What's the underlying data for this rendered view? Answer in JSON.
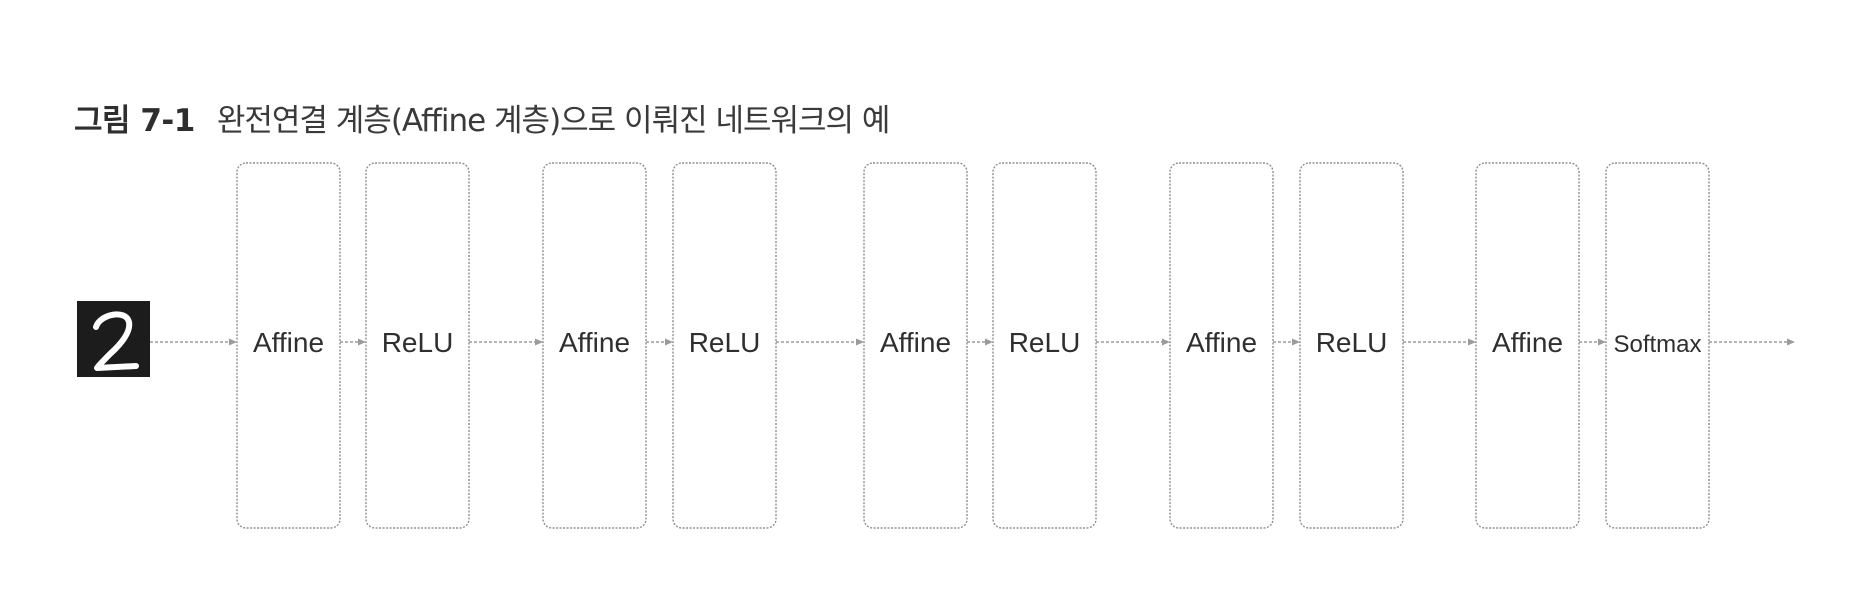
{
  "caption": {
    "label": "그림 7-1",
    "title": "완전연결 계층(Affine 계층)으로 이뤄진 네트워크의 예"
  },
  "input": {
    "icon": "handwritten-digit-2-image"
  },
  "layers": [
    {
      "name": "Affine"
    },
    {
      "name": "ReLU"
    },
    {
      "name": "Affine"
    },
    {
      "name": "ReLU"
    },
    {
      "name": "Affine"
    },
    {
      "name": "ReLU"
    },
    {
      "name": "Affine"
    },
    {
      "name": "ReLU"
    },
    {
      "name": "Affine"
    },
    {
      "name": "Softmax"
    }
  ],
  "colors": {
    "box_border": "#8f8f8f",
    "arrow": "#9b9b9b",
    "digit_background": "#1c1c1c"
  }
}
